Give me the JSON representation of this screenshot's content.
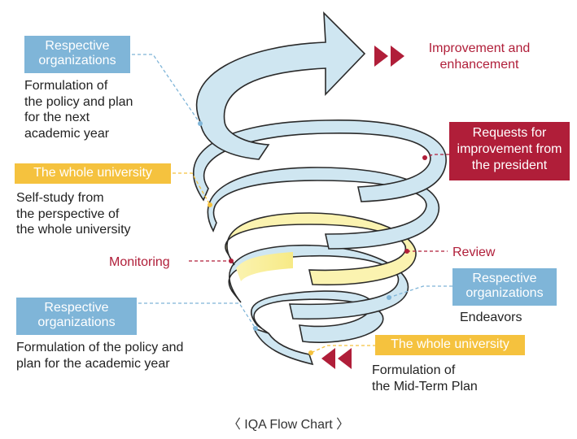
{
  "caption": "〈  IQA Flow Chart  〉",
  "labels": {
    "top_left_tag": "Respective organizations",
    "top_left_desc": "Formulation of\nthe policy and plan\nfor the next\nacademic year",
    "improvement": "Improvement and\nenhancement",
    "president_tag": "Requests for\nimprovement from\nthe president",
    "whole_univ_tag_1": "The whole university",
    "whole_univ_desc_1": "Self-study from\nthe perspective of\nthe whole university",
    "review": "Review",
    "monitoring": "Monitoring",
    "respective_right_tag": "Respective\norganizations",
    "endeavors": "Endeavors",
    "bottom_left_tag": "Respective\norganizations",
    "bottom_left_desc": "Formulation of the policy and\nplan for the academic year",
    "whole_univ_tag_2": "The whole university",
    "whole_univ_desc_2": "Formulation of\nthe Mid-Term Plan"
  },
  "colors": {
    "blue_tag": "#7fb5d8",
    "yellow_tag": "#f5c23e",
    "red_accent": "#b01e39",
    "ribbon_fill": "#cfe6f1",
    "ribbon_yellow": "#fbf3b0",
    "ribbon_stroke": "#2a2a2a"
  }
}
